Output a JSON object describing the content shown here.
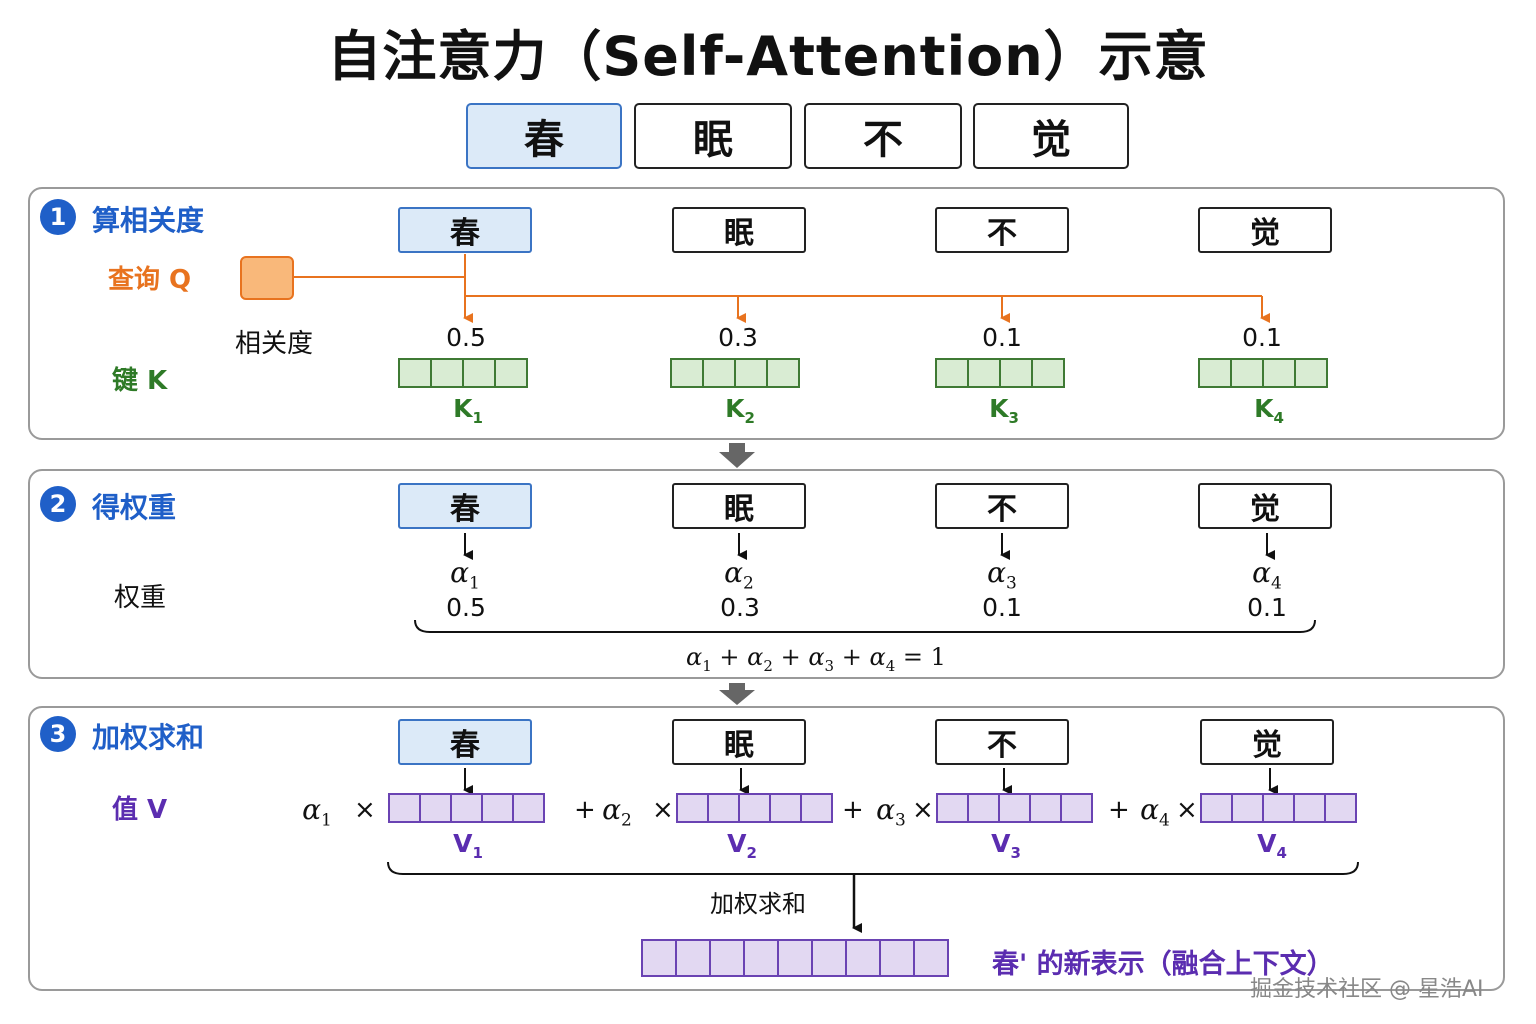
{
  "title": "自注意力（Self-Attention）示意",
  "tokens": [
    "春",
    "眠",
    "不",
    "觉"
  ],
  "colors": {
    "accent": "#1f5fc8",
    "query": "#e8731f",
    "key": "#2e7a27",
    "value": "#5b2db0",
    "highlight": "#dceaf8"
  },
  "step1": {
    "number": "1",
    "title": "算相关度",
    "query_label": "查询 Q",
    "relevance_label": "相关度",
    "key_label": "键 K",
    "scores": [
      "0.5",
      "0.3",
      "0.1",
      "0.1"
    ],
    "key_names": [
      "K",
      "K",
      "K",
      "K"
    ],
    "key_subs": [
      "1",
      "2",
      "3",
      "4"
    ]
  },
  "step2": {
    "number": "2",
    "title": "得权重",
    "weight_label": "权重",
    "alpha_symbol": "α",
    "alpha_subs": [
      "1",
      "2",
      "3",
      "4"
    ],
    "weights": [
      "0.5",
      "0.3",
      "0.1",
      "0.1"
    ],
    "sum_equals": "= 1",
    "plus": "+"
  },
  "step3": {
    "number": "3",
    "title": "加权求和",
    "value_label": "值 V",
    "times": "×",
    "plus": "+",
    "value_names": [
      "V",
      "V",
      "V",
      "V"
    ],
    "value_subs": [
      "1",
      "2",
      "3",
      "4"
    ],
    "sum_label": "加权求和",
    "result_label": "春' 的新表示（融合上下文）"
  },
  "watermark": "掘金技术社区 @ 星浩AI"
}
